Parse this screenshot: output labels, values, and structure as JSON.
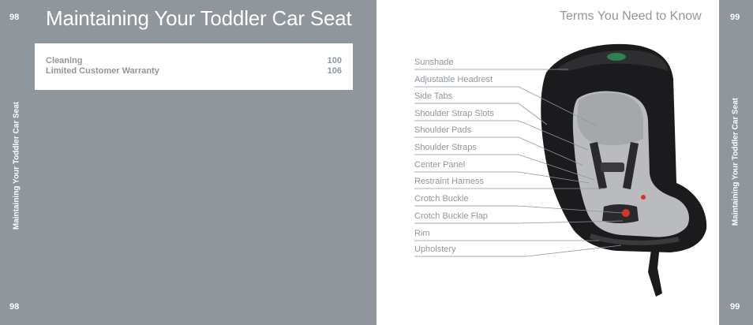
{
  "left_page": {
    "page_number_top": "98",
    "page_number_bottom": "98",
    "side_label": "Maintaining Your Toddler Car Seat",
    "chapter_title": "Maintaining Your Toddler Car Seat",
    "toc": [
      {
        "label": "Cleaning",
        "page": "100"
      },
      {
        "label": "Limited Customer Warranty",
        "page": "106"
      }
    ]
  },
  "right_page": {
    "page_number_top": "99",
    "page_number_bottom": "99",
    "side_label": "Maintaining Your Toddler Car Seat",
    "section_title": "Terms You Need to Know",
    "terms": [
      "Sunshade",
      "Adjustable Headrest",
      "Side Tabs",
      "Shoulder Strap Slots",
      "Shoulder Pads",
      "Shoulder Straps",
      "Center Panel",
      "Restraint Harness",
      "Crotch Buckle",
      "Crotch Buckle Flap",
      "Rim",
      "Upholstery"
    ]
  },
  "colors": {
    "panel_gray": "#8f979d",
    "seat_black": "#1b1b1d",
    "seat_cushion": "#b9bbbd",
    "buckle_red": "#d8332b"
  }
}
